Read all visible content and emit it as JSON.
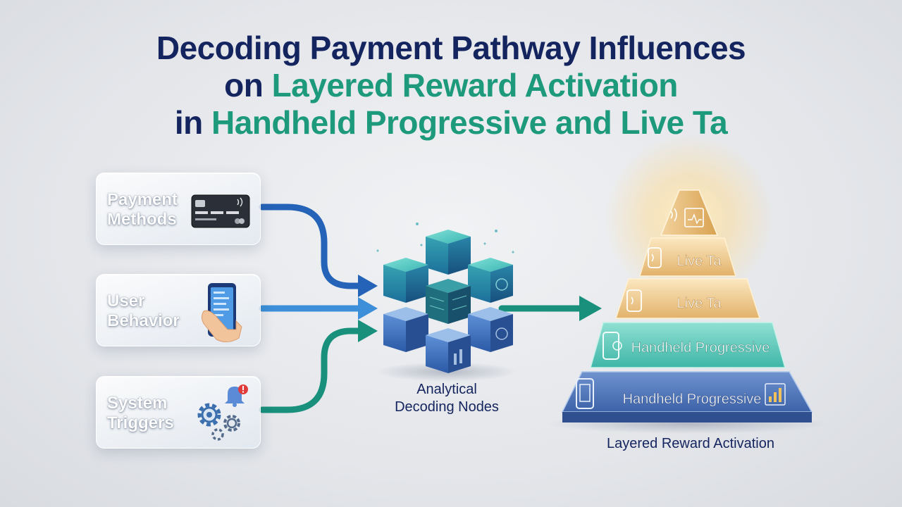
{
  "title": {
    "line1": "Decoding Payment Pathway Influences",
    "line2_prefix": "on ",
    "line2_highlight": "Layered Reward Activation",
    "line3_prefix": "in ",
    "line3_highlight": "Handheld Progressive and Live Ta"
  },
  "sources": [
    {
      "line1": "Payment",
      "line2": "Methods",
      "icon": "credit-card-icon"
    },
    {
      "line1": "User",
      "line2": "Behavior",
      "icon": "smartphone-hand-icon"
    },
    {
      "line1": "System",
      "line2": "Triggers",
      "icon": "gears-notification-icon"
    }
  ],
  "decoder": {
    "line1": "Analytical",
    "line2": "Decoding Nodes"
  },
  "pyramid": {
    "tiers": [
      {
        "label": "",
        "icon": "signal-icon"
      },
      {
        "label": "Live Ta",
        "icon": "signal-icon"
      },
      {
        "label": "Live Ta",
        "icon": "signal-icon"
      },
      {
        "label": "Handheld Progressive",
        "icon": "phone-icon"
      },
      {
        "label": "Handheld Progressive",
        "icon": "phone-icon"
      }
    ],
    "caption": "Layered Reward Activation"
  },
  "colors": {
    "navy": "#14245e",
    "teal": "#1d9a7c",
    "arrow_blue_dark": "#2563b8",
    "arrow_blue_light": "#3c8fd8",
    "arrow_teal": "#18907c",
    "gold": "#e8b44c"
  }
}
